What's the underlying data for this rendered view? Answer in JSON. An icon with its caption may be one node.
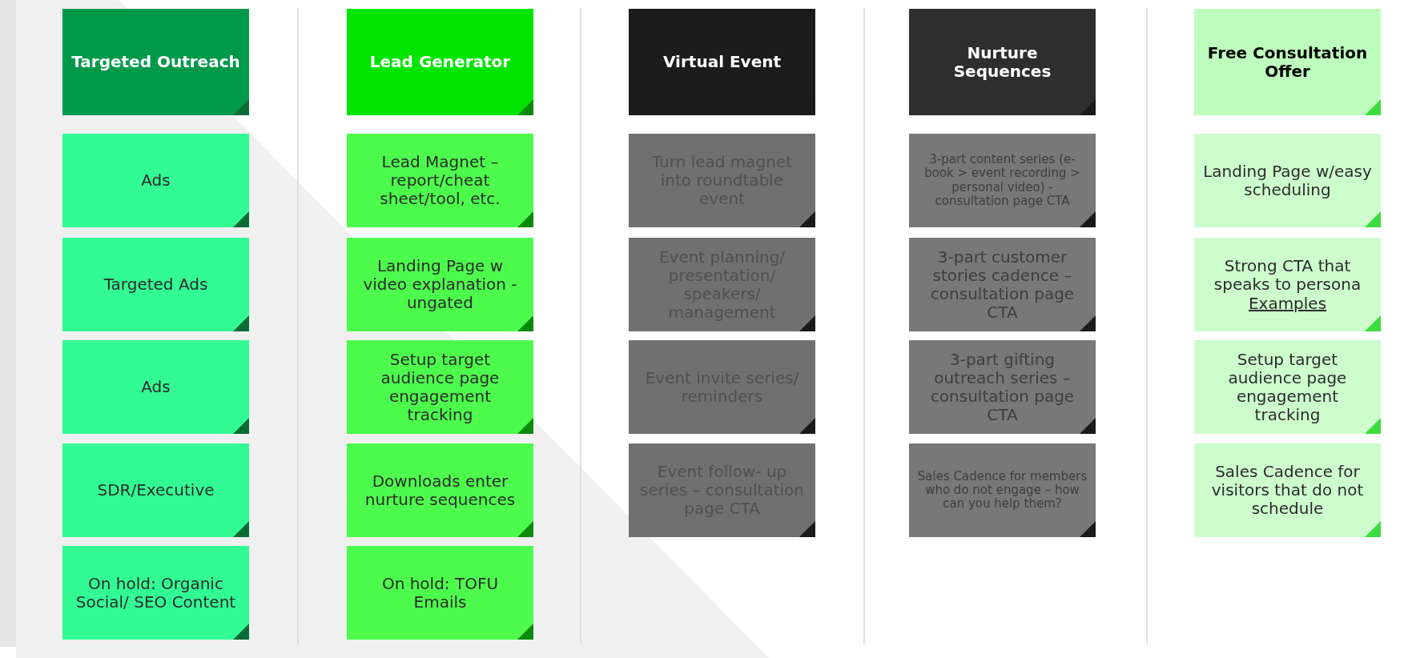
{
  "diagram": {
    "nodes": [
      {
        "text": [
          "Targeted Outreach"
        ]
      },
      {
        "text": [
          "Ads"
        ]
      },
      {
        "text": [
          "Targeted Ads"
        ]
      },
      {
        "text": [
          "Ads"
        ]
      },
      {
        "text": [
          "SDR/Executive"
        ]
      },
      {
        "text": [
          "On hold: Organic Social/ SEO Content"
        ]
      },
      {
        "text": [
          "Lead Generator"
        ]
      },
      {
        "text": [
          "Lead Magnet – report/cheat sheet/tool, etc."
        ]
      },
      {
        "text": [
          "Landing Page w video explanation - ungated"
        ]
      },
      {
        "text": [
          "Setup target audience page engagement tracking"
        ]
      },
      {
        "text": [
          "Downloads enter nurture sequences"
        ]
      },
      {
        "text": [
          "On hold: TOFU Emails"
        ]
      },
      {
        "text": [
          "Virtual Event"
        ]
      },
      {
        "text": [
          "Turn lead magnet into roundtable event"
        ]
      },
      {
        "text": [
          "Event planning/ presentation/ speakers/ management"
        ]
      },
      {
        "text": [
          "Event invite series/ reminders"
        ]
      },
      {
        "text": [
          "Event follow- up series – consultation page CTA"
        ]
      },
      {
        "text": [
          "Nurture Sequences"
        ]
      },
      {
        "text": [
          "3-part content series (e-book > event recording > personal video) - consultation page CTA"
        ]
      },
      {
        "text": [
          "3-part customer stories cadence – consultation page CTA"
        ]
      },
      {
        "text": [
          "3-part gifting outreach series – consultation page CTA"
        ]
      },
      {
        "text": [
          "Sales Cadence for members who do not engage – how can you help them?"
        ]
      },
      {
        "text": [
          "Free Consultation Offer"
        ]
      },
      {
        "text": [
          "Landing Page w/easy scheduling"
        ]
      },
      {
        "text": [
          "Strong CTA that speaks to persona",
          "Examples"
        ]
      },
      {
        "text": [
          "Setup target audience page engagement tracking"
        ]
      },
      {
        "text": [
          "Sales Cadence for visitors that do not schedule"
        ]
      }
    ]
  }
}
